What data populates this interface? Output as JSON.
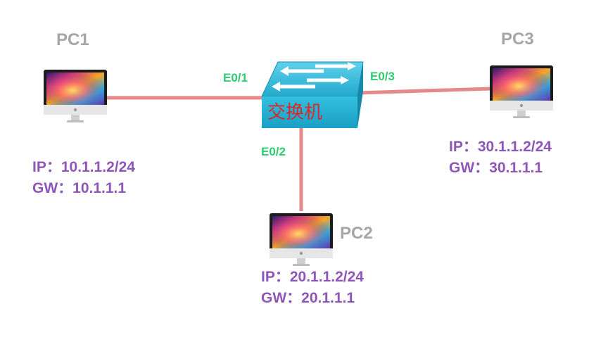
{
  "switch": {
    "label": "交换机",
    "color": "#27b8d8"
  },
  "links": {
    "color": "#e58a8a",
    "ports": {
      "pc1": "E0/1",
      "pc2": "E0/2",
      "pc3": "E0/3"
    }
  },
  "hosts": [
    {
      "name": "PC1",
      "ip_label": "IP：",
      "ip": "10.1.1.2/24",
      "gw_label": "GW：",
      "gw": "10.1.1.1"
    },
    {
      "name": "PC2",
      "ip_label": "IP：",
      "ip": "20.1.1.2/24",
      "gw_label": "GW：",
      "gw": "20.1.1.1"
    },
    {
      "name": "PC3",
      "ip_label": "IP：",
      "ip": "30.1.1.2/24",
      "gw_label": "GW：",
      "gw": "30.1.1.1"
    }
  ],
  "colors": {
    "pc_name": "#a6a6a6",
    "port_label": "#2ecc71",
    "address": "#8e56b8"
  },
  "icons": {
    "pc": "imac-computer-icon",
    "switch": "network-switch-icon"
  }
}
